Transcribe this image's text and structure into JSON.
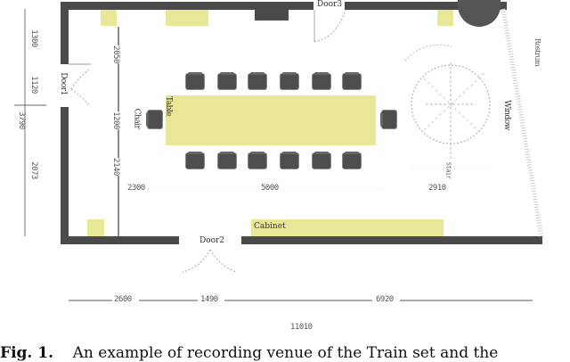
{
  "diagram": {
    "type": "floor-plan",
    "labels": {
      "door1": "Door1",
      "door2": "Door2",
      "door3": "Door3",
      "table": "Table",
      "chair": "Chair",
      "cabinet": "Cabinet",
      "window": "Window",
      "rostrum": "Rostrum",
      "stair": "Stair"
    },
    "dimensions": {
      "left_outer": [
        "1300",
        "1120",
        "2073"
      ],
      "left_total": "3790",
      "inner_vertical": [
        "2050",
        "1200",
        "2140"
      ],
      "inner_horizontal": [
        "2300",
        "5000",
        "2910"
      ],
      "bottom_segments": [
        "2600",
        "1490",
        "6920"
      ],
      "bottom_total": "11010"
    },
    "colors": {
      "wall": "#4a4a4a",
      "furniture_fill": "#e8e697",
      "chair": "#4e4e4e",
      "dimension_line": "#777777"
    },
    "chairs": {
      "top_row": 6,
      "bottom_row": 6,
      "left_end": 1,
      "right_end": 1
    }
  },
  "caption": {
    "prefix": "Fig. 1.",
    "text": "An example of recording venue of the Train set and the"
  }
}
